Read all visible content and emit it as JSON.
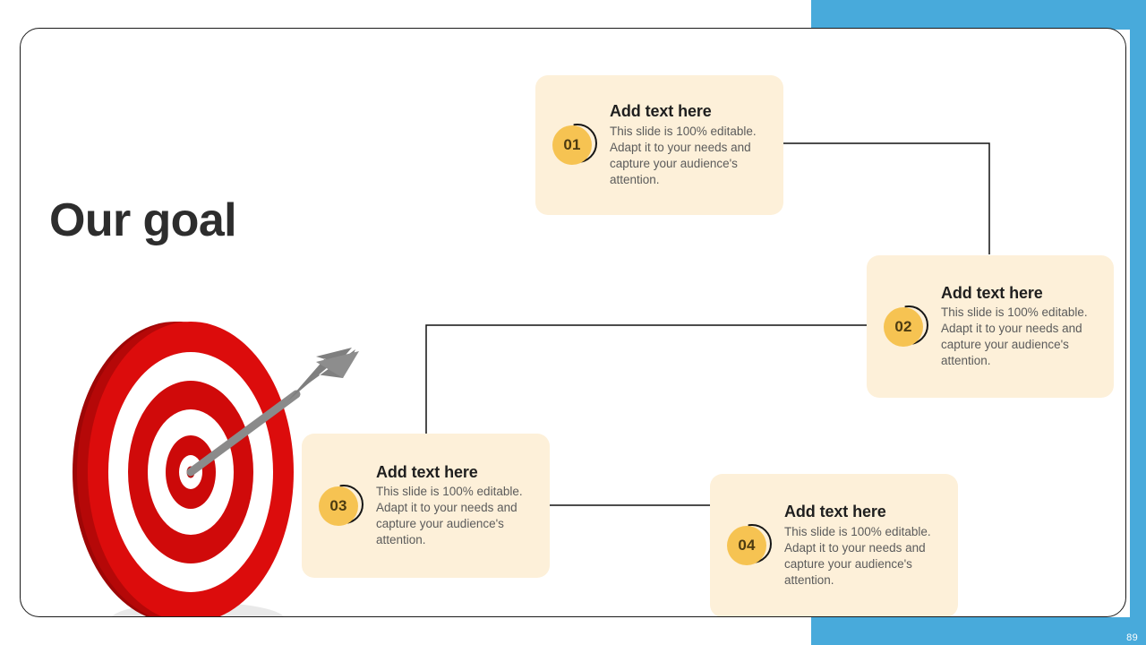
{
  "slide": {
    "title": "Our goal",
    "page_number": "89",
    "accent_color": "#48AADB",
    "card_background": "#FDF0D9",
    "badge_color": "#F6C352",
    "target_color": "#D60B0B",
    "arrow_color": "#808080"
  },
  "cards": [
    {
      "number": "01",
      "heading": "Add text here",
      "body": "This slide is 100% editable. Adapt it to your needs and capture your audience's attention."
    },
    {
      "number": "02",
      "heading": "Add text here",
      "body": "This slide is 100% editable. Adapt it to your needs and capture your audience's attention."
    },
    {
      "number": "03",
      "heading": "Add text here",
      "body": "This slide is 100% editable. Adapt it to your needs and capture your audience's attention."
    },
    {
      "number": "04",
      "heading": "Add text here",
      "body": "This slide is 100% editable. Adapt it to your needs and capture your audience's attention."
    }
  ],
  "illustration": {
    "name": "target-with-arrow",
    "description": "Red and white concentric target board with a gray arrow hitting the bullseye"
  }
}
